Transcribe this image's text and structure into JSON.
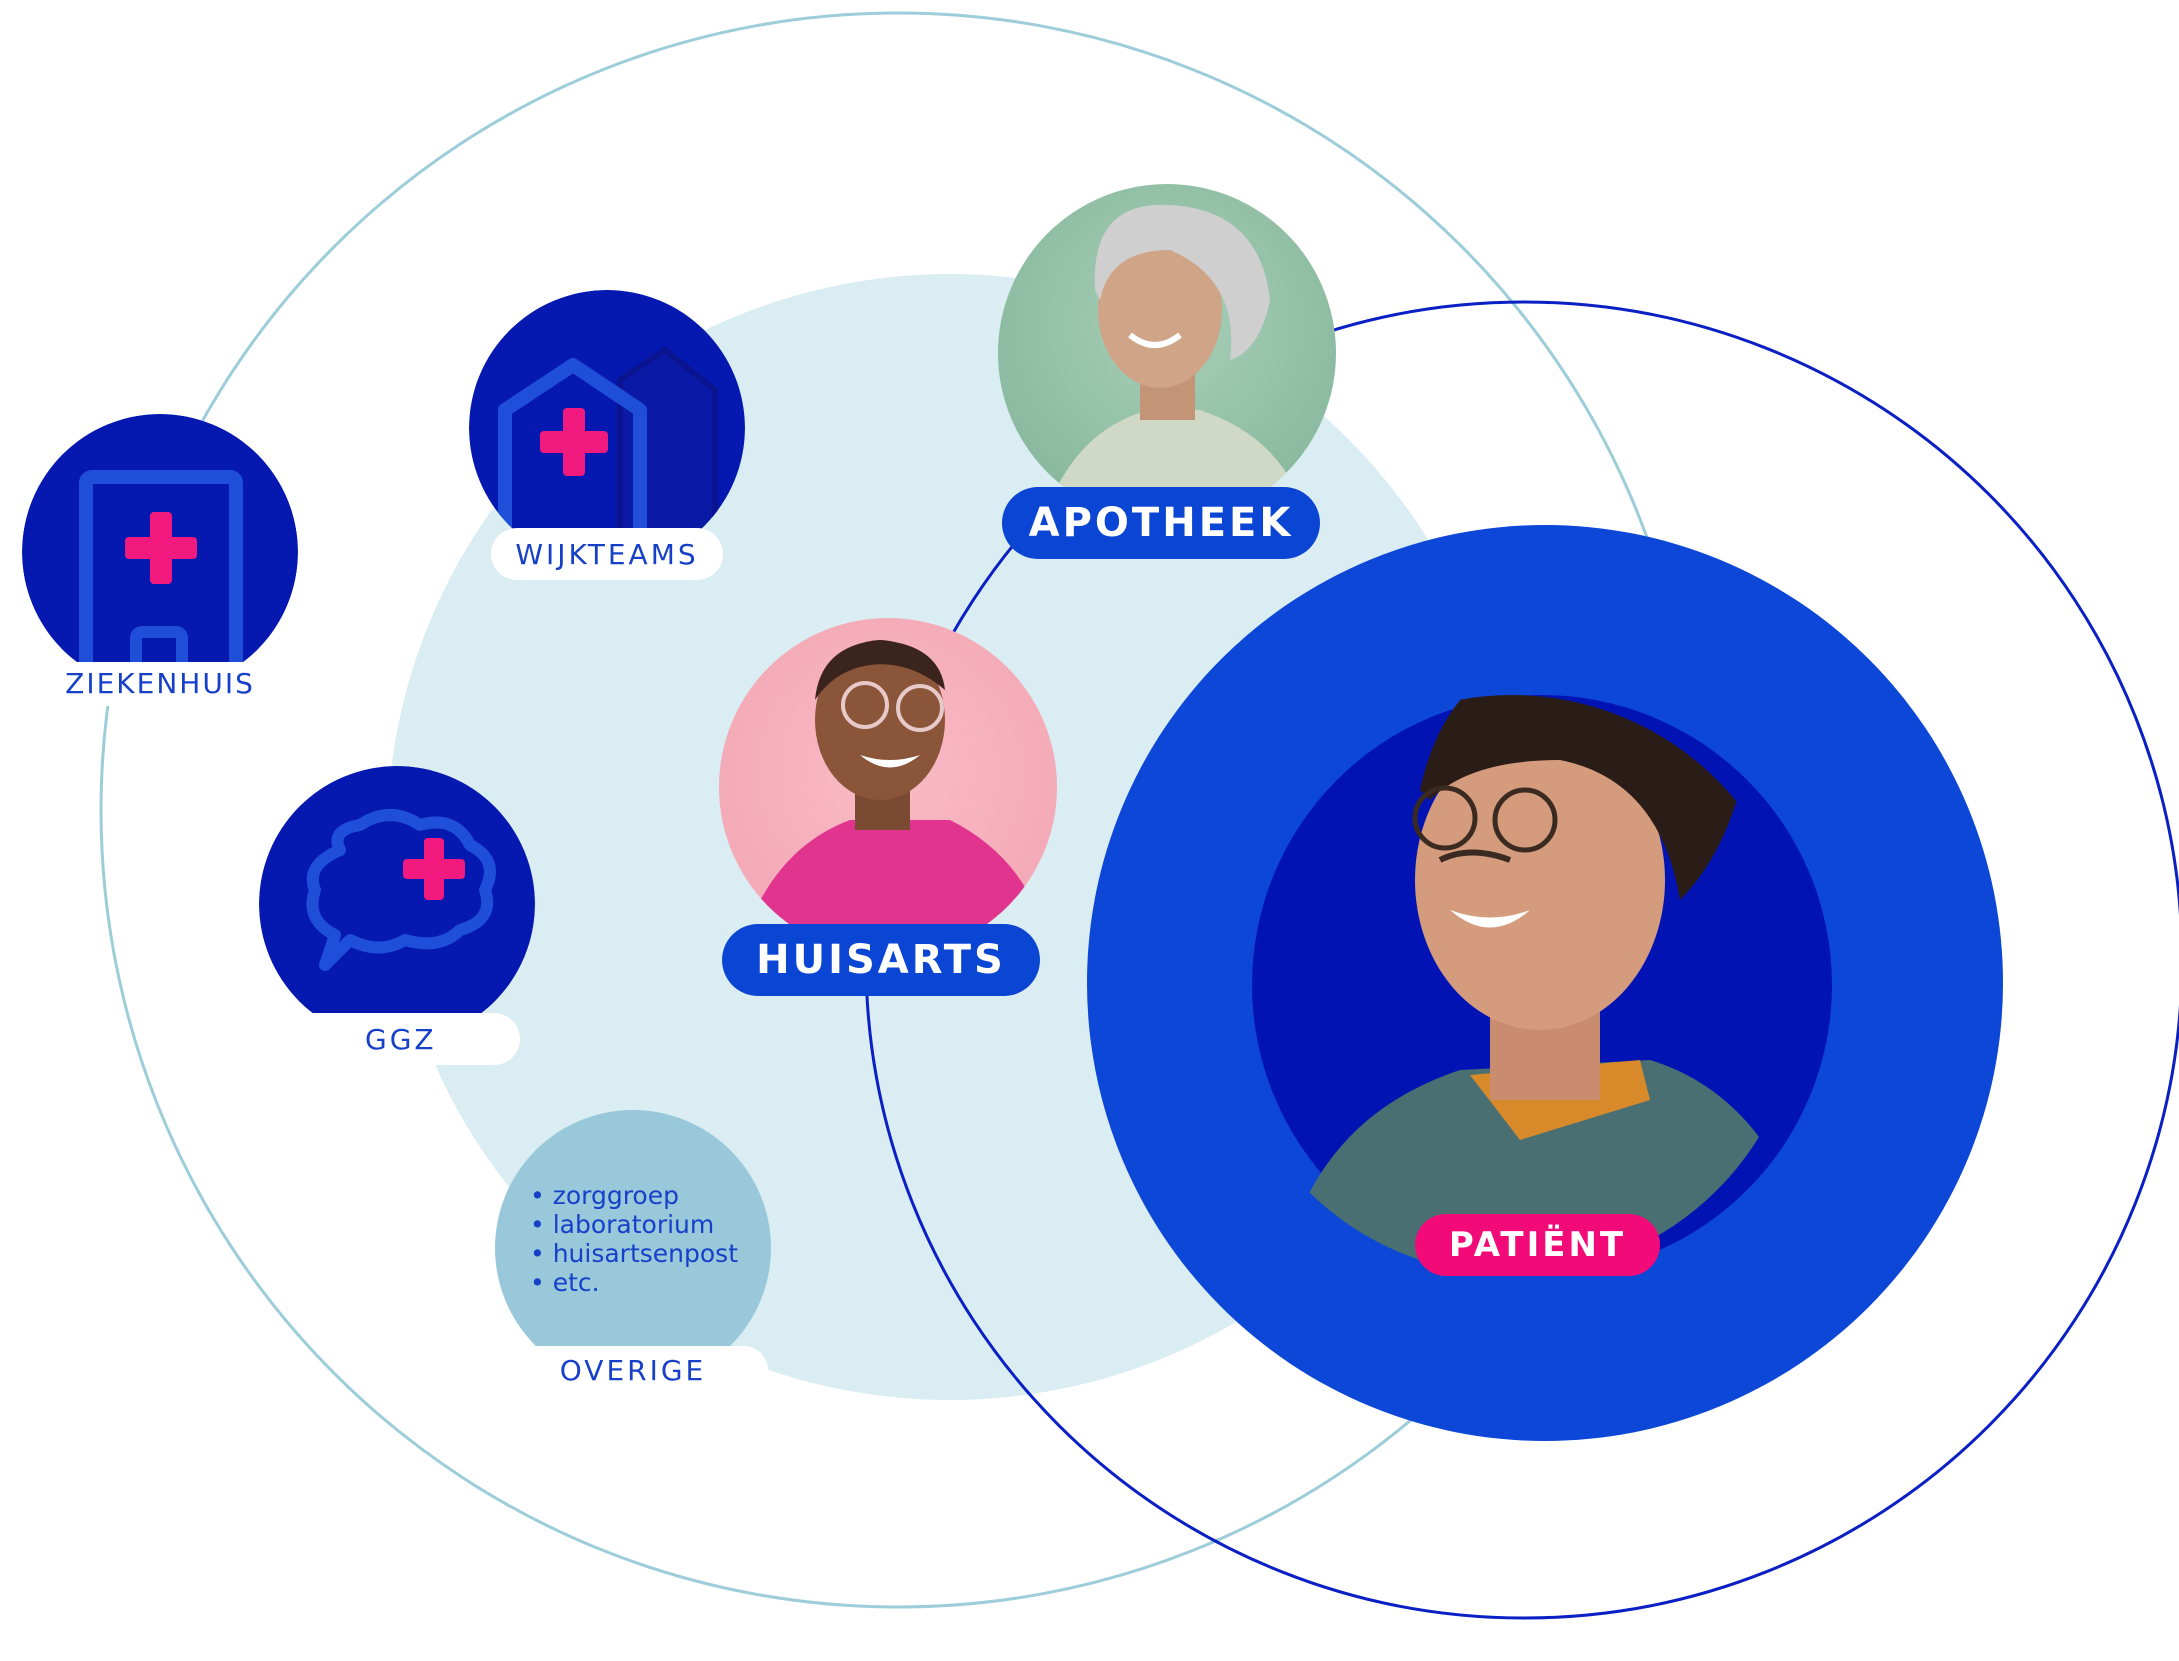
{
  "colors": {
    "outer_ring": "#9ccdd9",
    "inner_disc": "#daedf2",
    "navy_ring": "#0a1fc4",
    "patient_outer": "#0c47d8",
    "patient_inner": "#0213b3",
    "icon_bg": "#0519b0",
    "icon_line": "#1f4fd8",
    "icon_cross": "#f21a7e",
    "overige_bg": "#99c8da",
    "label_blue": "#1740c9"
  },
  "labels": {
    "ziekenhuis": "ZIEKENHUIS",
    "wijkteams": "WIJKTEAMS",
    "ggz": "GGZ",
    "overige": "OVERIGE",
    "apotheek": "APOTHEEK",
    "huisarts": "HUISARTS",
    "patient": "PATIËNT"
  },
  "overige_items": [
    "zorggroep",
    "laboratorium",
    "huisartsenpost",
    "etc."
  ],
  "icons": {
    "ziekenhuis": "hospital-building-icon",
    "wijkteams": "houses-icon",
    "ggz": "speech-bubbles-icon"
  }
}
